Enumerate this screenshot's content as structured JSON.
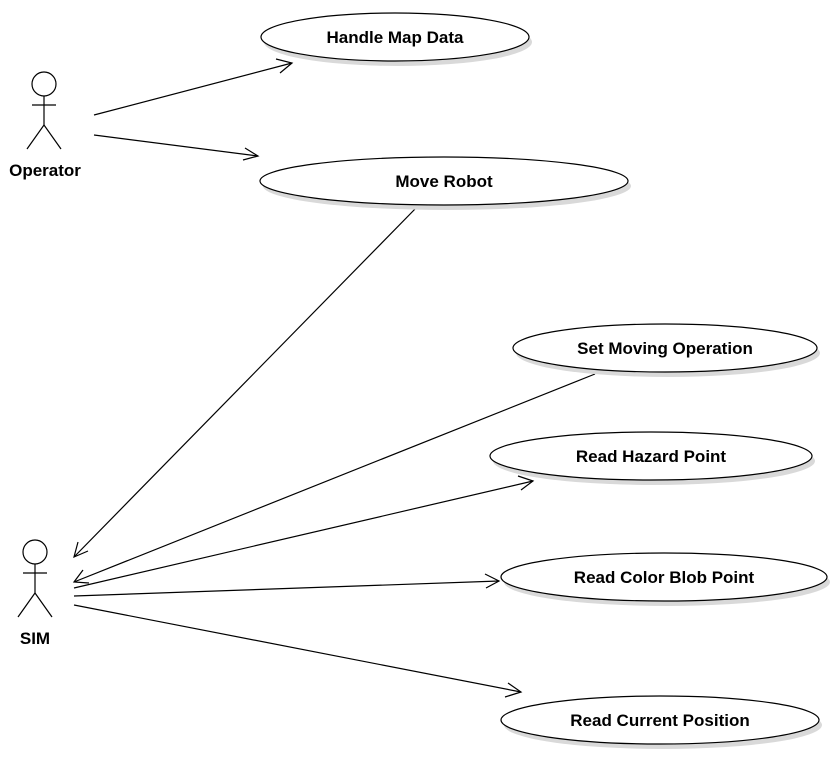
{
  "actors": [
    {
      "id": "operator",
      "label": "Operator"
    },
    {
      "id": "sim",
      "label": "SIM"
    }
  ],
  "use_cases": [
    {
      "id": "handle-map-data",
      "label": "Handle Map Data"
    },
    {
      "id": "move-robot",
      "label": "Move Robot"
    },
    {
      "id": "set-moving-operation",
      "label": "Set Moving Operation"
    },
    {
      "id": "read-hazard-point",
      "label": "Read Hazard Point"
    },
    {
      "id": "read-color-blob-point",
      "label": "Read Color Blob Point"
    },
    {
      "id": "read-current-position",
      "label": "Read Current Position"
    }
  ],
  "relations": [
    {
      "from": "operator",
      "to": "handle-map-data"
    },
    {
      "from": "operator",
      "to": "move-robot"
    },
    {
      "from": "move-robot",
      "to": "sim"
    },
    {
      "from": "set-moving-operation",
      "to": "sim"
    },
    {
      "from": "sim",
      "to": "read-hazard-point"
    },
    {
      "from": "sim",
      "to": "read-color-blob-point"
    },
    {
      "from": "sim",
      "to": "read-current-position"
    }
  ]
}
